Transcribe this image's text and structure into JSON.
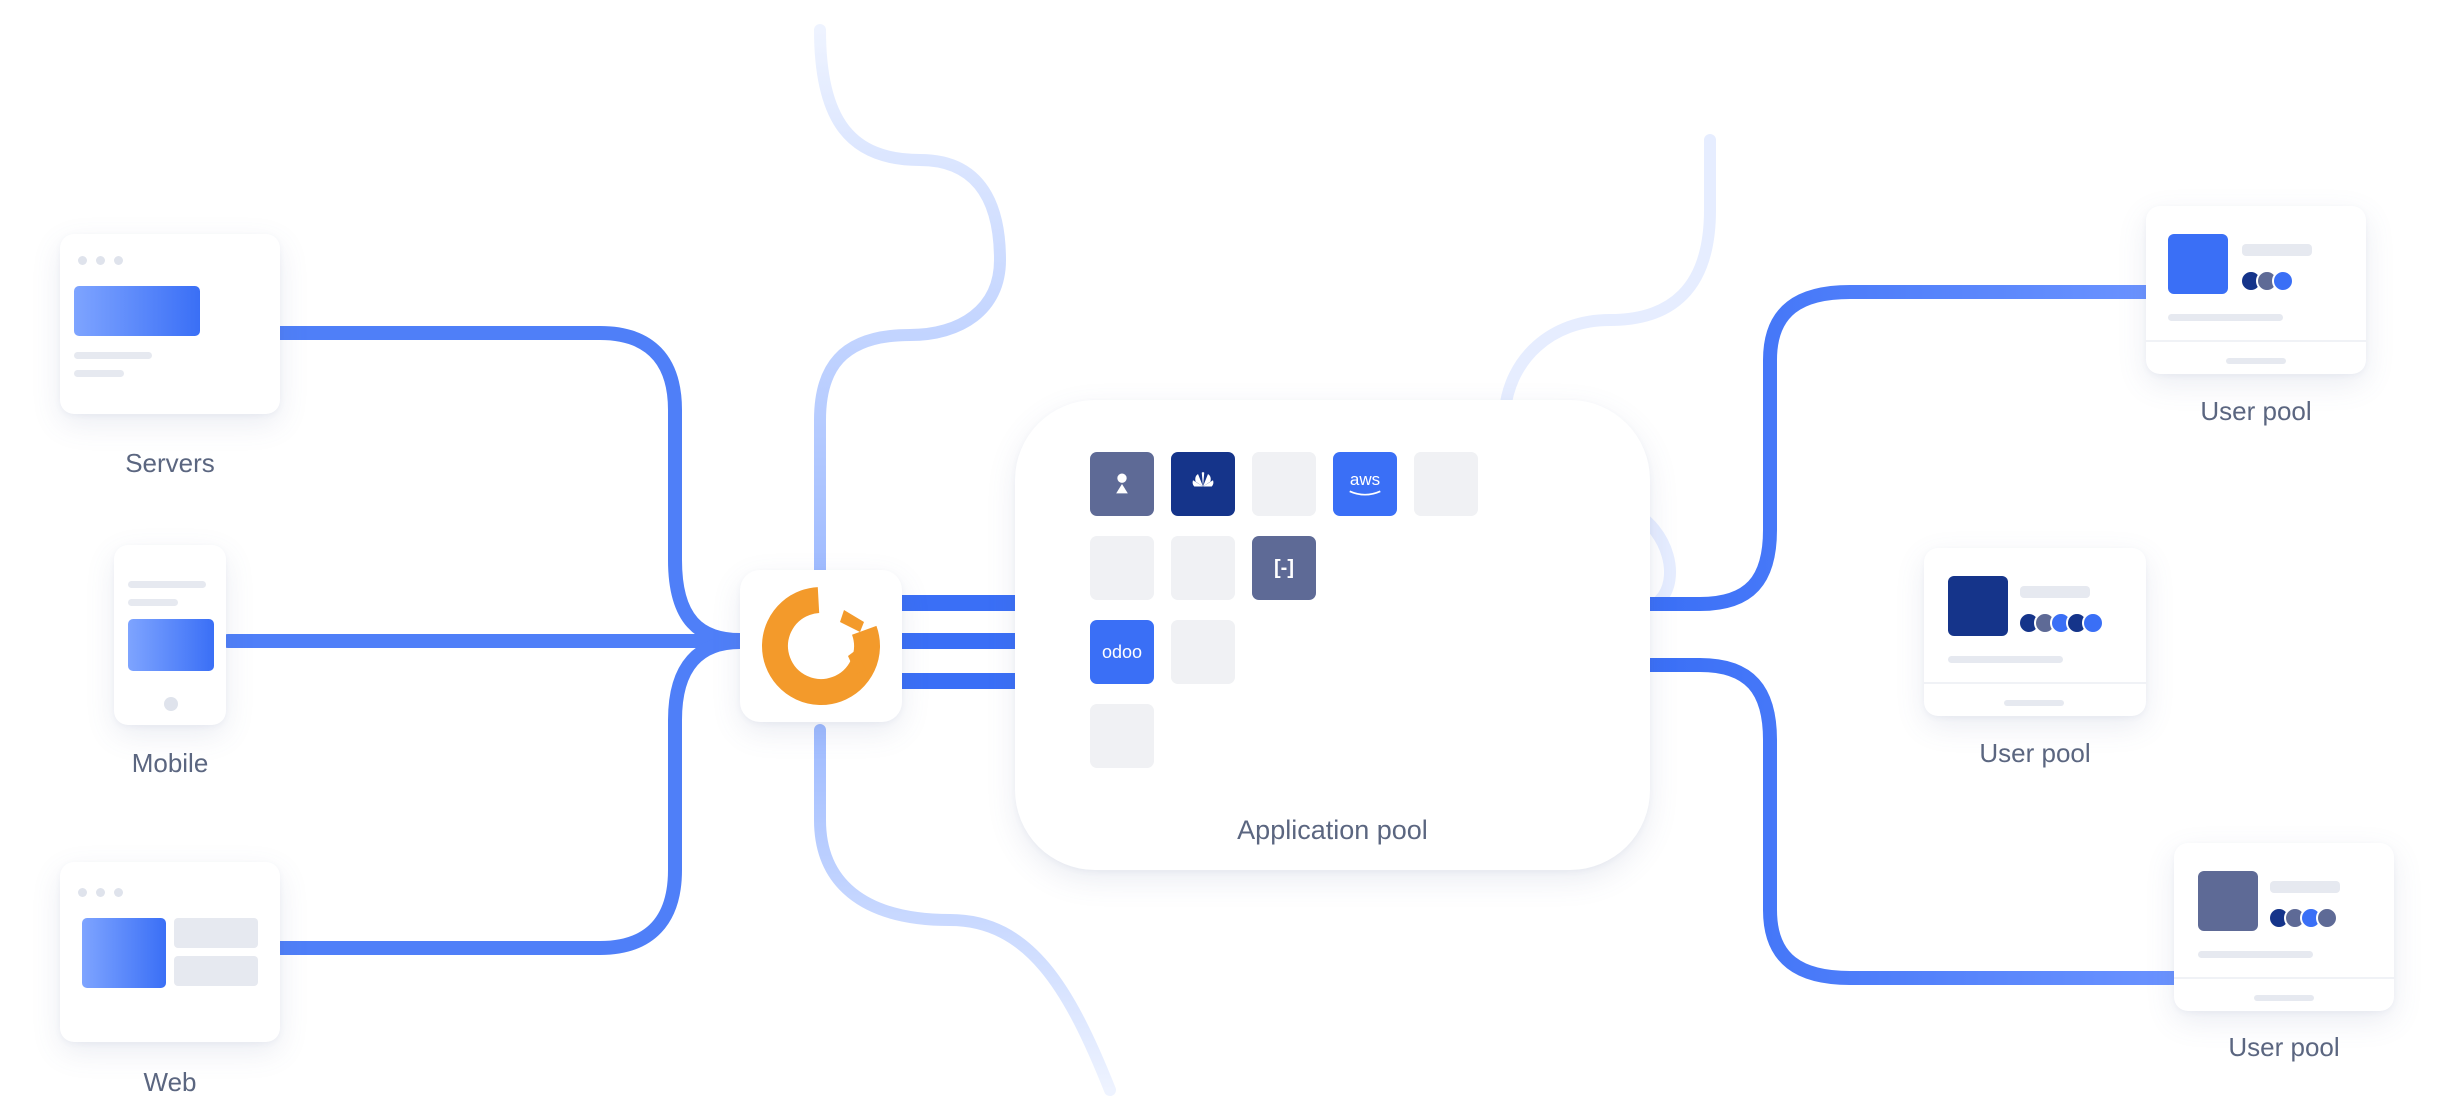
{
  "left_nodes": [
    {
      "label": "Servers"
    },
    {
      "label": "Mobile"
    },
    {
      "label": "Web"
    }
  ],
  "center": {
    "label": "Application pool",
    "tiles": [
      {
        "name": "jenkins-tile",
        "icon": "butler-icon",
        "text": ""
      },
      {
        "name": "huawei-tile",
        "icon": "huawei-icon",
        "text": ""
      },
      {
        "name": "aws-tile",
        "icon": "aws-icon",
        "text": "aws"
      },
      {
        "name": "alibaba-tile",
        "icon": "alibaba-cloud-icon",
        "text": "[-]"
      },
      {
        "name": "odoo-tile",
        "icon": "odoo-icon",
        "text": "odoo"
      }
    ]
  },
  "right_nodes": [
    {
      "label": "User pool"
    },
    {
      "label": "User pool"
    },
    {
      "label": "User pool"
    }
  ],
  "colors": {
    "accent": "#3a6ff6",
    "navy": "#15348a",
    "slate": "#5e6a96",
    "logo": "#f39a2b",
    "wire_light": "#e3ebff"
  }
}
